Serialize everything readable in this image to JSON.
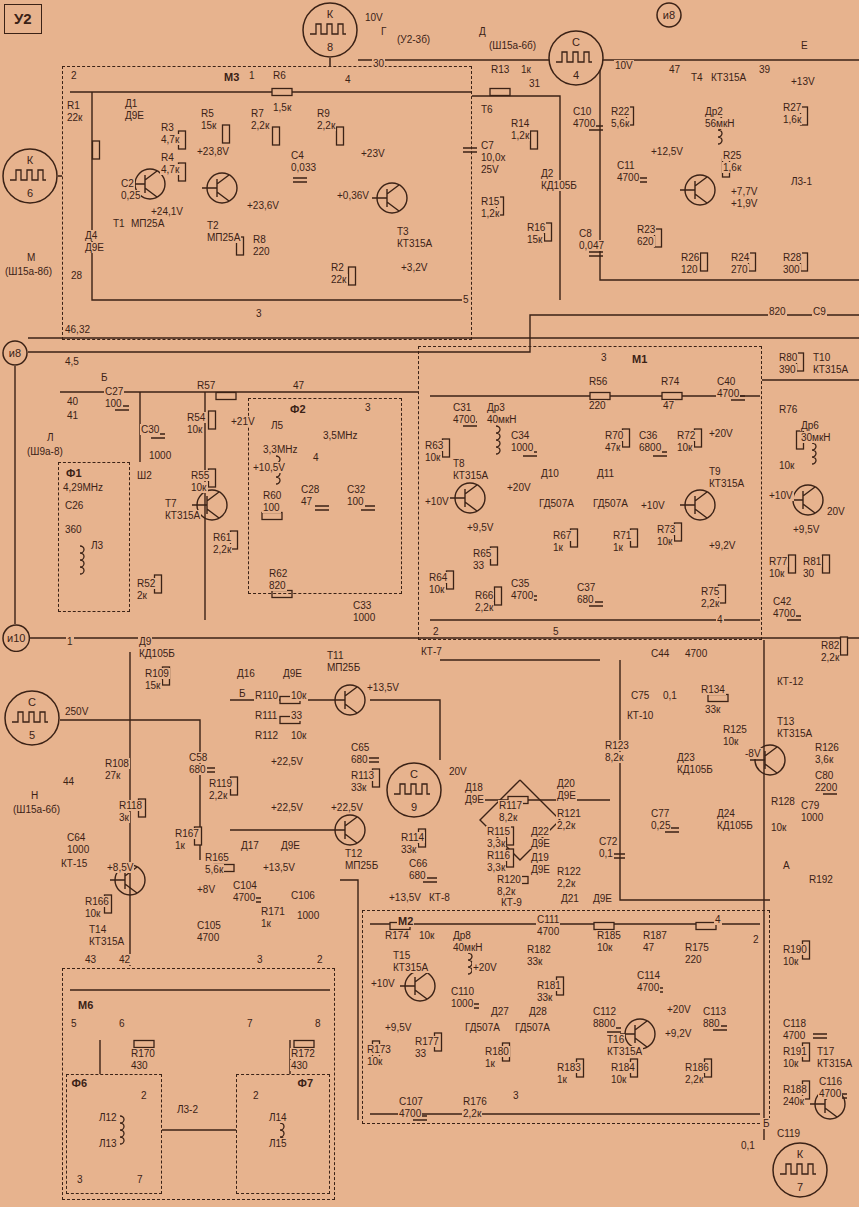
{
  "diagram": {
    "nodes": [
      {
        "text": [
          "У2"
        ]
      },
      {
        "text": [
          "К",
          "8"
        ]
      },
      {
        "text": [
          "С",
          "4"
        ]
      },
      {
        "text": [
          "и8"
        ]
      },
      {
        "text": [
          "М3"
        ]
      },
      {
        "text": [
          "К",
          "6"
        ]
      },
      {
        "text": [
          "и8"
        ]
      },
      {
        "text": [
          "Ф1"
        ]
      },
      {
        "text": [
          "Ф2"
        ]
      },
      {
        "text": [
          "М1"
        ]
      },
      {
        "text": [
          "и10"
        ]
      },
      {
        "text": [
          "С",
          "5"
        ]
      },
      {
        "text": [
          "С",
          "9"
        ]
      },
      {
        "text": [
          "М2"
        ]
      },
      {
        "text": [
          "М6"
        ]
      },
      {
        "text": [
          "Ф6"
        ],
        "in": 14
      },
      {
        "text": [
          "Ф7"
        ],
        "in": 14
      },
      {
        "text": [
          "К",
          "7"
        ]
      }
    ],
    "edges": [
      {
        "from": 1,
        "to": 4,
        "arrow": "none"
      },
      {
        "from": 5,
        "to": 4,
        "arrow": "none"
      }
    ],
    "labels": [
      "2",
      "1",
      "R6",
      "1,5к",
      "R1",
      "22к",
      "Д1",
      "Д9Е",
      "R3",
      "4,7к",
      "R5",
      "15к",
      "R7",
      "2,2к",
      "R9",
      "2,2к",
      "+23,8V",
      "С4",
      "0,033",
      "R4",
      "4,7к",
      "С2",
      "0,25",
      "+24,1V",
      "Т1",
      "МП25А",
      "Т2",
      "МП25А",
      "+23,6V",
      "R8",
      "220",
      "R2",
      "22к",
      "Т3",
      "КТ315А",
      "+0,36V",
      "+23V",
      "+3,2V",
      "Д4",
      "Д9Е",
      "28",
      "3",
      "5",
      "4",
      "30",
      "Г",
      "(У2-3б)",
      "Д",
      "(Ш15а-6б)",
      "10V",
      "М",
      "(Ш15а-8б)",
      "R13",
      "1к",
      "31",
      "10V",
      "47",
      "39",
      "Т4",
      "КТ315А",
      "Е",
      "+13V",
      "Т6",
      "R14",
      "1,2к",
      "С7",
      "10,0х",
      "25V",
      "С10",
      "4700",
      "R22",
      "5,6к",
      "Др2",
      "56мкН",
      "R27",
      "1,6к",
      "R15",
      "1,2к",
      "Д2",
      "КД105Б",
      "С11",
      "4700",
      "+12,5V",
      "R25",
      "1,6к",
      "+7,7V",
      "+1,9V",
      "Л3-1",
      "R16",
      "15к",
      "С8",
      "0,047",
      "R23",
      "620",
      "R26",
      "120",
      "R24",
      "270",
      "R28",
      "300",
      "820",
      "С9",
      "46,32",
      "4,5",
      "Б",
      "40",
      "41",
      "Л",
      "(Ш9а-8)",
      "С27",
      "100",
      "R57",
      "47",
      "R54",
      "10к",
      "С30",
      "1000",
      "+21V",
      "Ш2",
      "4,29MHz",
      "С26",
      "360",
      "Л3",
      "R52",
      "2к",
      "Т7",
      "КТ315А",
      "R55",
      "10к",
      "+10,5V",
      "R60",
      "100",
      "R61",
      "2,2к",
      "Л5",
      "3,5MHz",
      "3,3MHz",
      "4",
      "С28",
      "47",
      "С32",
      "100",
      "R62",
      "820",
      "С33",
      "1000",
      "3",
      "3",
      "С31",
      "4700",
      "Др3",
      "40мкН",
      "R56",
      "220",
      "R74",
      "47",
      "С40",
      "4700",
      "С34",
      "1000",
      "R70",
      "47к",
      "С36",
      "6800",
      "R72",
      "10к",
      "+20V",
      "R63",
      "10к",
      "+10V",
      "Т8",
      "КТ315А",
      "+20V",
      "Д10",
      "ГД507А",
      "Д11",
      "ГД507А",
      "+9,5V",
      "Т9",
      "КТ315А",
      "+10V",
      "R67",
      "1к",
      "R71",
      "1к",
      "R73",
      "10к",
      "+9,2V",
      "R64",
      "10к",
      "R65",
      "33",
      "R66",
      "2,2к",
      "С35",
      "4700",
      "С37",
      "680",
      "R75",
      "2,2к",
      "4",
      "5",
      "2",
      "R80",
      "390",
      "Т10",
      "КТ315А",
      "R76",
      "10к",
      "Др6",
      "30мкН",
      "+10V",
      "+9,5V",
      "20V",
      "R77",
      "10к",
      "R81",
      "30",
      "С42",
      "4700",
      "R82",
      "2,2к",
      "КТ-12",
      "1",
      "Д9",
      "КД105Б",
      "R109",
      "15к",
      "250V",
      "44",
      "Н",
      "(Ш15а-6б)",
      "R108",
      "27к",
      "R118",
      "3к",
      "С58",
      "680",
      "С64",
      "1000",
      "КТ-15",
      "Д16",
      "Д9Е",
      "Б",
      "R110",
      "10к",
      "R111",
      "33",
      "R112",
      "10к",
      "Т11",
      "МП25Б",
      "+13,5V",
      "КТ-7",
      "20V",
      "Д18",
      "Д9Е",
      "+22,5V",
      "С65",
      "680",
      "R113",
      "33к",
      "R119",
      "2,2к",
      "+22,5V",
      "+22,5V",
      "R117",
      "8,2к",
      "Д20",
      "Д9Е",
      "R121",
      "2,2к",
      "R114",
      "33к",
      "R115",
      "3,3к",
      "R116",
      "3,3к",
      "С66",
      "680",
      "Т12",
      "МП25Б",
      "Д17",
      "Д9Е",
      "R167",
      "1к",
      "R165",
      "5,6к",
      "+13,5V",
      "С104",
      "4700",
      "+8,5V",
      "R166",
      "10к",
      "+8V",
      "Т14",
      "КТ315А",
      "R171",
      "1к",
      "С105",
      "4700",
      "С106",
      "1000",
      "+13,5V",
      "КТ-8",
      "R120",
      "8,2к",
      "КТ-9",
      "Д22",
      "Д9Е",
      "Д19",
      "Д9Е",
      "R122",
      "2,2к",
      "Д21",
      "Д9Е",
      "С72",
      "0,1",
      "С44",
      "4700",
      "С75",
      "0,1",
      "R134",
      "33к",
      "КТ-10",
      "R123",
      "8,2к",
      "R125",
      "10к",
      "Т13",
      "КТ315А",
      "R126",
      "3,6к",
      "-8V",
      "Д23",
      "КД105Б",
      "С80",
      "2200",
      "С77",
      "0,25",
      "Д24",
      "КД105Б",
      "R128",
      "10к",
      "С79",
      "1000",
      "А",
      "R192",
      "4",
      "2",
      "R190",
      "10к",
      "С118",
      "4700",
      "R191",
      "10к",
      "Т17",
      "КТ315А",
      "R188",
      "240к",
      "С116",
      "4700",
      "Б",
      "С119",
      "0,1",
      "С111",
      "4700",
      "R174",
      "10к",
      "Др8",
      "40мкН",
      "R182",
      "33к",
      "R185",
      "10к",
      "R187",
      "47",
      "R175",
      "220",
      "Т15",
      "КТ315А",
      "+20V",
      "+10V",
      "R181",
      "33к",
      "С114",
      "4700",
      "С110",
      "1000",
      "Д27",
      "Д28",
      "С112",
      "8800",
      "+20V",
      "С113",
      "880",
      "+9,2V",
      "+9,5V",
      "R177",
      "33",
      "ГД507А",
      "ГД507А",
      "Т16",
      "КТ315А",
      "R180",
      "1к",
      "R183",
      "1к",
      "R184",
      "10к",
      "R186",
      "2,2к",
      "R173",
      "10к",
      "С107",
      "4700",
      "R176",
      "2,2к",
      "3",
      "43",
      "42",
      "3",
      "2",
      "5",
      "6",
      "7",
      "8",
      "R170",
      "430",
      "R172",
      "430",
      "2",
      "2",
      "Л12",
      "Л13",
      "Л3-2",
      "Л14",
      "Л15",
      "3",
      "7"
    ]
  }
}
